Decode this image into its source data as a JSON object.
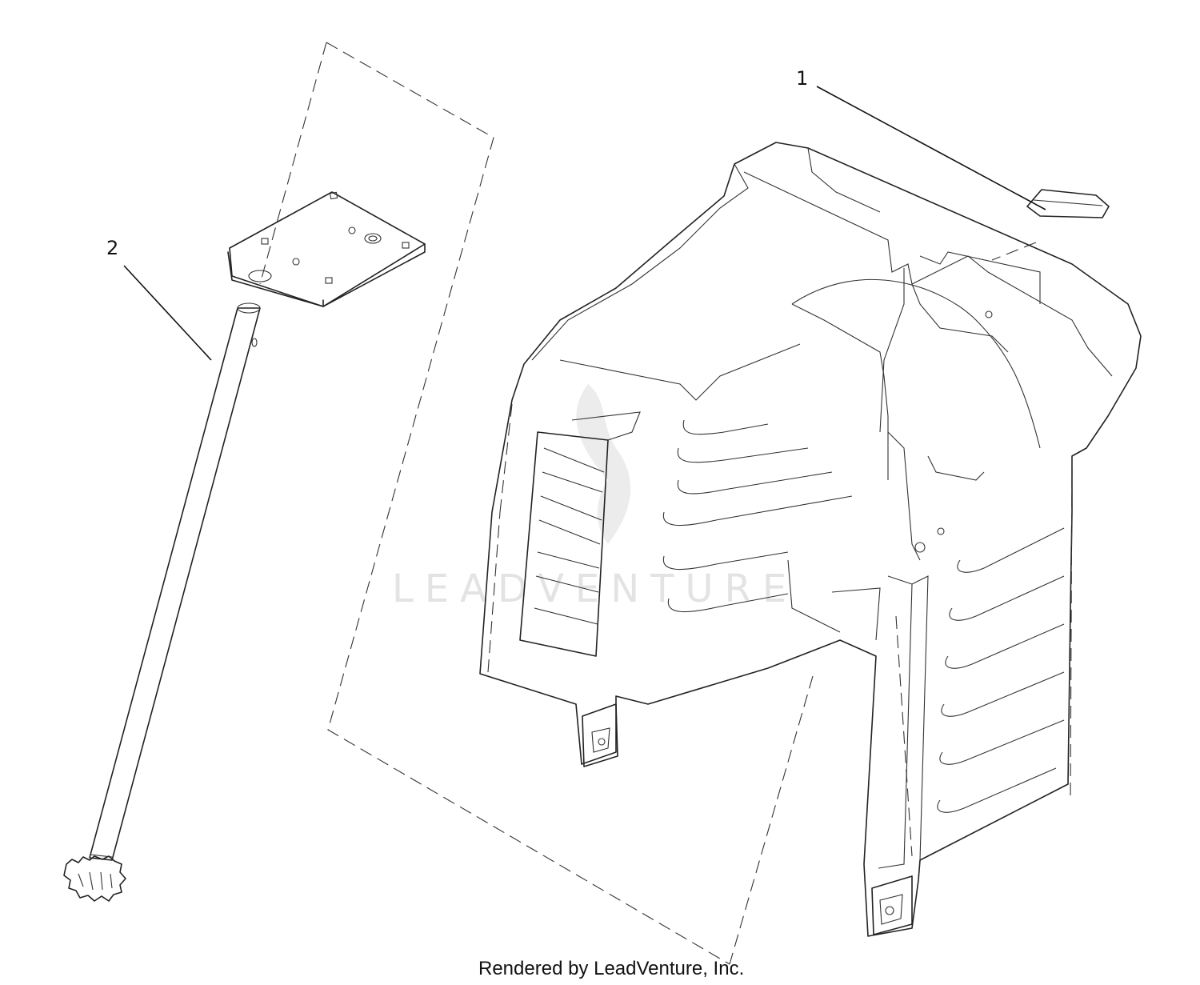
{
  "callouts": [
    {
      "label": "1",
      "part": "cap"
    },
    {
      "label": "2",
      "part": "shaft-with-bracket"
    }
  ],
  "watermark": "LEADVENTURE",
  "credit": "Rendered by LeadVenture, Inc."
}
